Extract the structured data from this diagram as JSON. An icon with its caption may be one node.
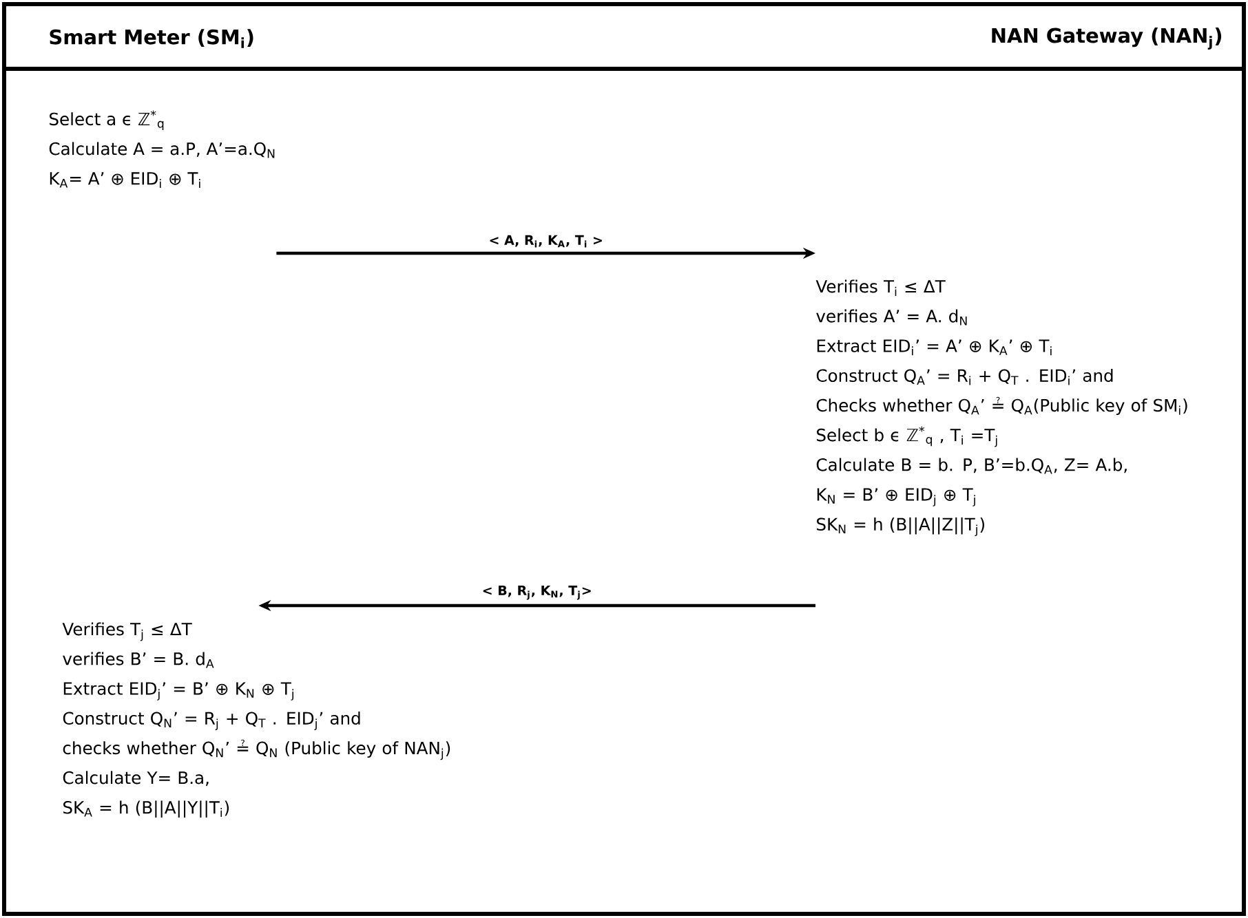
{
  "diagram": {
    "nodes": [
      {
        "text": [
          "Smart Meter (SM$_{i}$)"
        ]
      },
      {
        "text": [
          "NAN Gateway (NAN$_{j}$)"
        ]
      },
      {
        "text": [
          "Select a ϵ ℤ$^{*}$$_{q}$",
          "Calculate A = a.P,  A’=a.Q$_{N}$",
          "K$_{A}$= A’ ⊕ EID$_{i}$ ⊕ T$_{i}$"
        ]
      },
      {
        "text": [
          "Verifies T$_{i}$ ≤ ΔT",
          "verifies A’ = A. d$_{N}$",
          "Extract EID$_{i}$’ = A’ ⊕ K$_{A}$’ ⊕ T$_{i}$",
          "Construct Q$_{A}$’ = R$_{i}$ + Q$_{T}$ . EID$_{i}$’ and",
          "Checks whether Q$_{A}$’ ≟ Q$_{A}$(Public key of SM$_{i}$)",
          "Select b ϵ ℤ$^{*}$$_{q}$ ,  T$_{i}$ =T$_{j}$",
          "Calculate B = b. P, B’=b.Q$_{A}$, Z= A.b,",
          "K$_{N}$ = B’ ⊕ EID$_{j}$ ⊕ T$_{j}$",
          "SK$_{N}$ = h (B||A||Z||T$_{j}$)"
        ]
      },
      {
        "text": [
          "Verifies T$_{j}$ ≤ ΔT",
          "verifies B’ = B. d$_{A}$",
          "Extract EID$_{j}$’ = B’ ⊕ K$_{N}$ ⊕ T$_{j}$",
          "Construct Q$_{N}$’ = R$_{j}$ + Q$_{T}$ . EID$_{j}$’ and",
          "checks whether Q$_{N}$’ ≟ Q$_{N}$ (Public key of NAN$_{j}$)",
          "Calculate Y= B.a,",
          "SK$_{A}$ = h (B||A||Y||T$_{i}$)"
        ]
      }
    ],
    "edges": [
      {
        "from": 2,
        "to": 3,
        "arrow": "to",
        "label": "< A, R$_{i}$, K$_{A}$, T$_{i}$ >"
      },
      {
        "from": 3,
        "to": 4,
        "arrow": "to",
        "label": "< B, R$_{j}$, K$_{N}$, T$_{j}$>"
      }
    ]
  }
}
